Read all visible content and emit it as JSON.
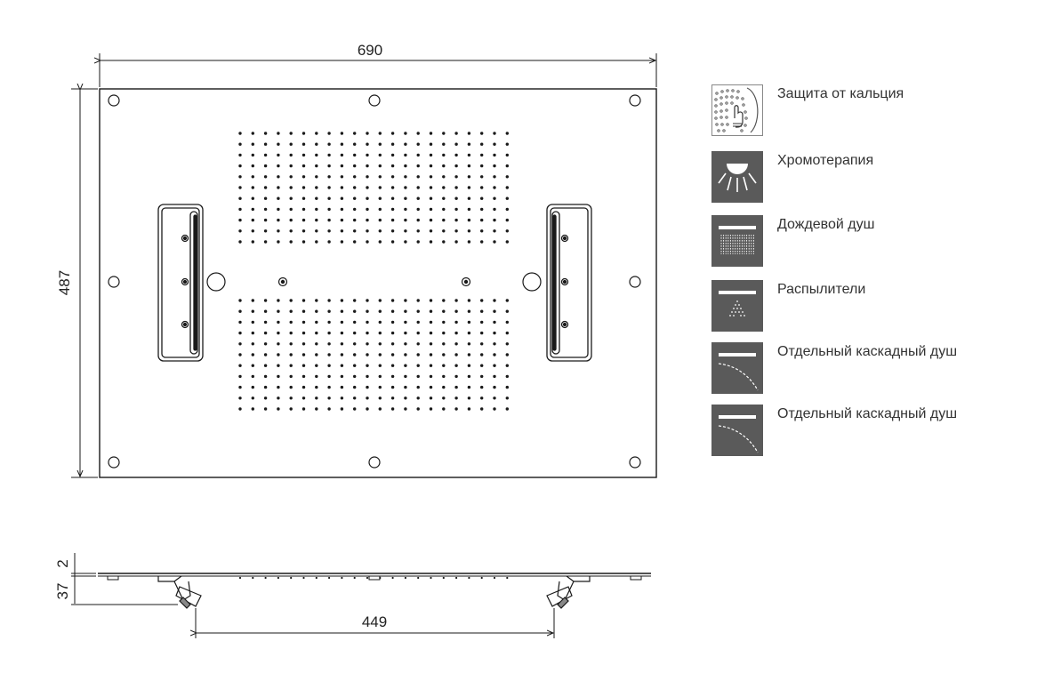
{
  "dimensions": {
    "width": "690",
    "height": "487",
    "thickness": "2",
    "depth": "37",
    "arm_span": "449"
  },
  "legend": {
    "items": [
      {
        "label": "Защита от кальция",
        "icon": "anti-limescale-icon"
      },
      {
        "label": "Хромотерапия",
        "icon": "chromotherapy-icon"
      },
      {
        "label": "Дождевой душ",
        "icon": "rain-shower-icon"
      },
      {
        "label": "Распылители",
        "icon": "mist-spray-icon"
      },
      {
        "label": "Отдельный каскадный душ",
        "icon": "cascade-shower-icon"
      },
      {
        "label": "Отдельный каскадный душ",
        "icon": "cascade-shower-icon"
      }
    ]
  },
  "colors": {
    "line": "#1a1a1a",
    "icon_bg": "#5a5a5a"
  }
}
